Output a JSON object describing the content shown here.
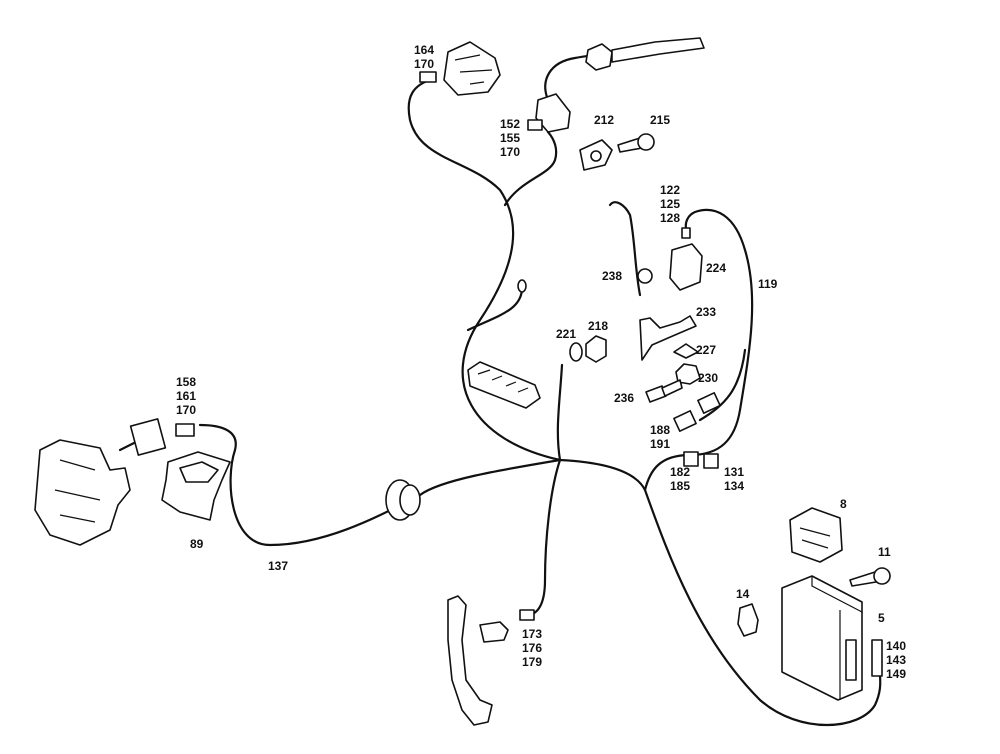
{
  "diagram": {
    "callouts": {
      "c_164": "164",
      "c_170a": "170",
      "c_152": "152",
      "c_155": "155",
      "c_170b": "170",
      "c_212": "212",
      "c_215": "215",
      "c_122": "122",
      "c_125": "125",
      "c_128": "128",
      "c_224": "224",
      "c_238": "238",
      "c_119": "119",
      "c_233": "233",
      "c_221": "221",
      "c_218": "218",
      "c_227": "227",
      "c_230": "230",
      "c_236": "236",
      "c_158": "158",
      "c_161": "161",
      "c_170c": "170",
      "c_188": "188",
      "c_191": "191",
      "c_182": "182",
      "c_185": "185",
      "c_131": "131",
      "c_134": "134",
      "c_89": "89",
      "c_137": "137",
      "c_8": "8",
      "c_11": "11",
      "c_14": "14",
      "c_5": "5",
      "c_140": "140",
      "c_143": "143",
      "c_149": "149",
      "c_173": "173",
      "c_176": "176",
      "c_179": "179"
    }
  }
}
